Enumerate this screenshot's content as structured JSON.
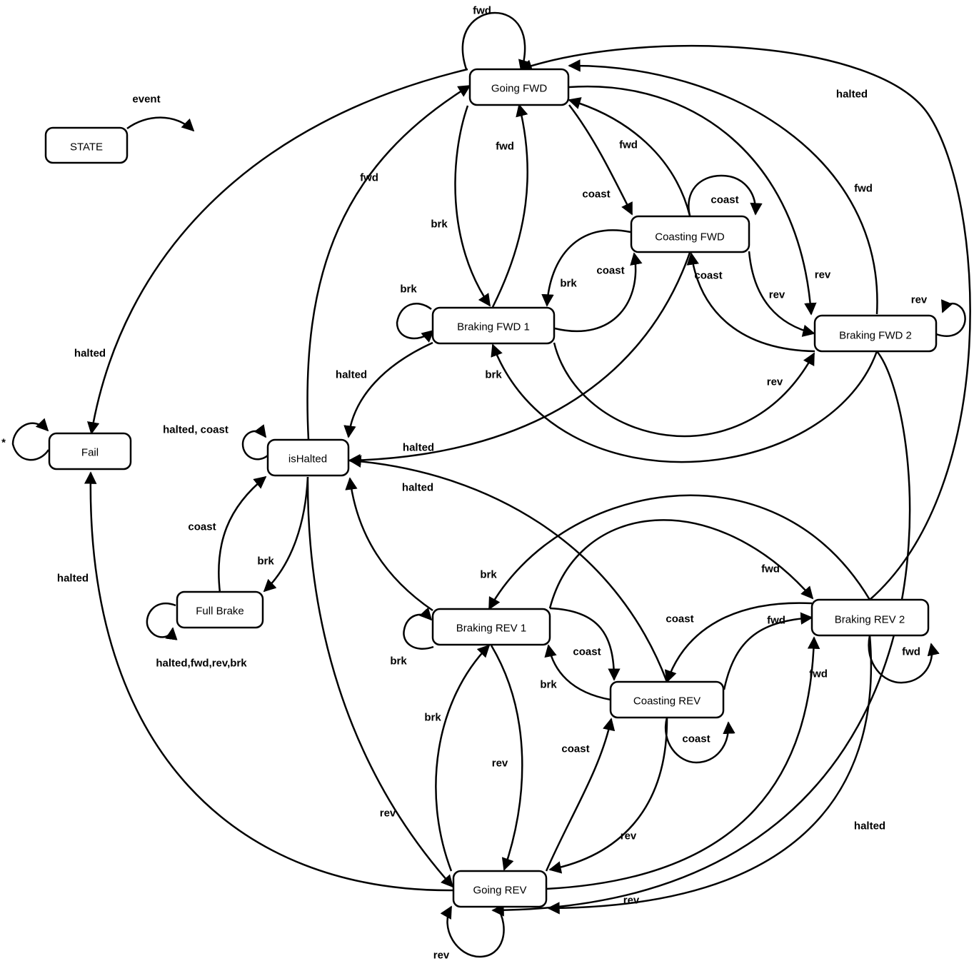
{
  "legend": {
    "state": "STATE",
    "event": "event"
  },
  "states": {
    "going_fwd": "Going FWD",
    "coasting_fwd": "Coasting FWD",
    "braking_fwd_1": "Braking FWD 1",
    "braking_fwd_2": "Braking FWD 2",
    "fail": "Fail",
    "is_halted": "isHalted",
    "full_brake": "Full Brake",
    "braking_rev_1": "Braking REV 1",
    "braking_rev_2": "Braking REV 2",
    "coasting_rev": "Coasting REV",
    "going_rev": "Going REV"
  },
  "events": {
    "fwd": "fwd",
    "rev": "rev",
    "brk": "brk",
    "coast": "coast",
    "halted": "halted",
    "halted_coast": "halted, coast",
    "full_brake_self": "halted,fwd,rev,brk",
    "any": "*"
  }
}
